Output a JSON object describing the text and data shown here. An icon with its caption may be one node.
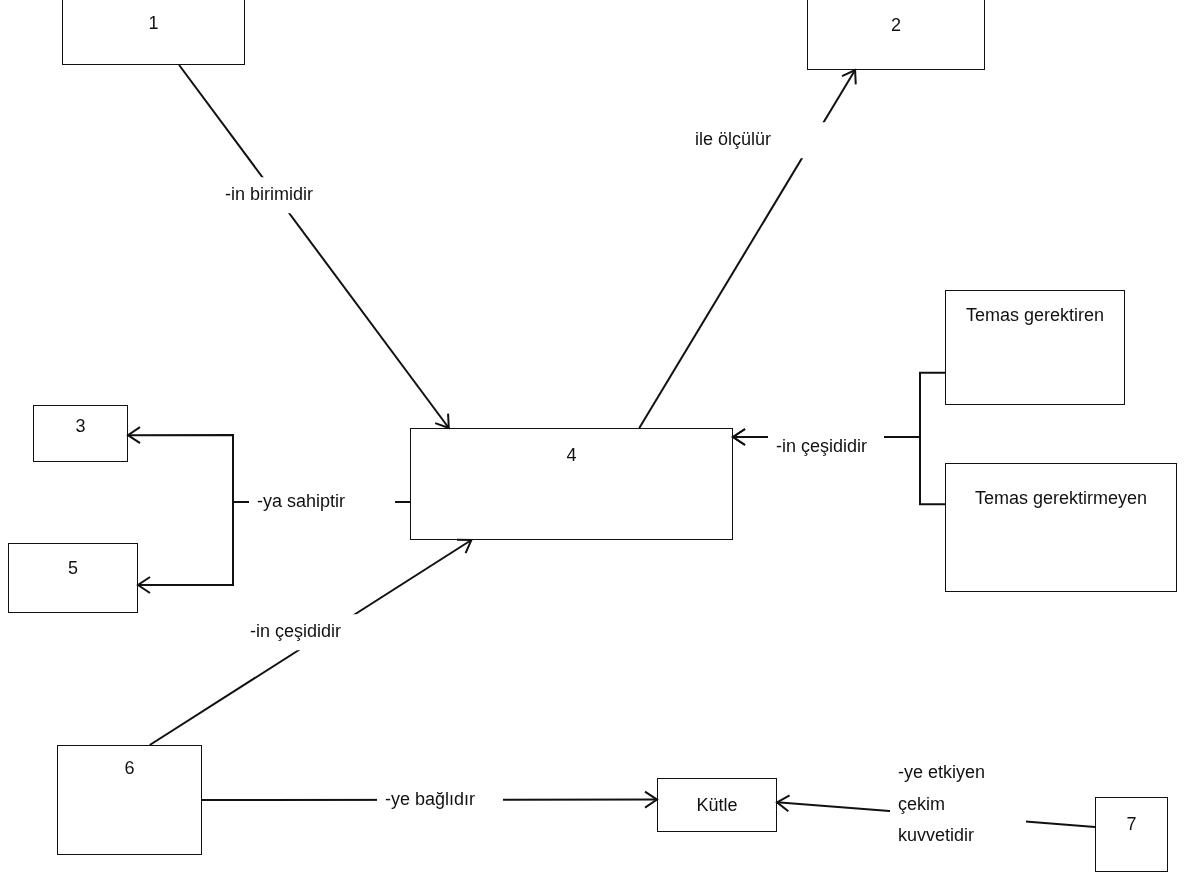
{
  "diagram": {
    "nodes": [
      {
        "text": [
          "1"
        ]
      },
      {
        "text": [
          "2"
        ]
      },
      {
        "text": [
          "Temas gerektiren"
        ]
      },
      {
        "text": [
          "3"
        ]
      },
      {
        "text": [
          "4"
        ]
      },
      {
        "text": [
          "Temas gerektirmeyen"
        ]
      },
      {
        "text": [
          "5"
        ]
      },
      {
        "text": [
          "6"
        ]
      },
      {
        "text": [
          "Kütle"
        ]
      },
      {
        "text": [
          "7"
        ]
      }
    ],
    "edges": [
      {
        "from": 0,
        "to": 4,
        "arrow": "to",
        "label": "-in birimidir"
      },
      {
        "from": 4,
        "to": 1,
        "arrow": "to",
        "label": "ile ölçülür"
      },
      {
        "from": 4,
        "to": 3,
        "arrow": "to",
        "label": "-ya sahiptir"
      },
      {
        "from": 4,
        "to": 6,
        "arrow": "to"
      },
      {
        "from": 7,
        "to": 4,
        "arrow": "to",
        "label": "-in çeşididir"
      },
      {
        "from": 2,
        "to": 4,
        "arrow": "to",
        "label": "-in çeşididir"
      },
      {
        "from": 5,
        "to": 4,
        "arrow": "to"
      },
      {
        "from": 7,
        "to": 8,
        "arrow": "to",
        "label": "-ye bağlıdır"
      },
      {
        "from": 9,
        "to": 8,
        "arrow": "to",
        "label": "-ye etkiyen çekim kuvvetidir"
      }
    ]
  }
}
